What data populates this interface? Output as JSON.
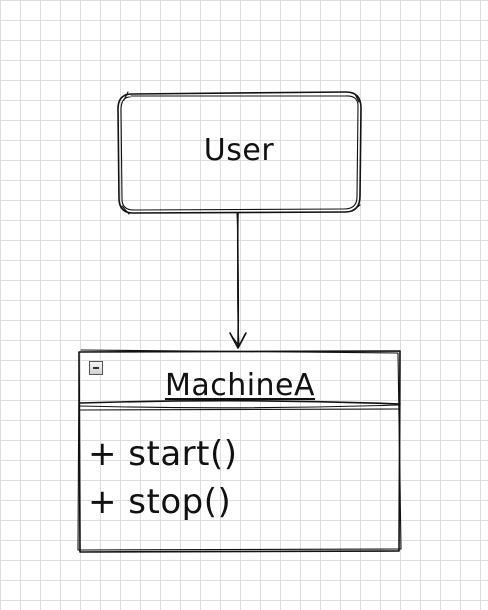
{
  "canvas": {
    "grid": true,
    "background_color": "#ffffff",
    "grid_color": "#dedede",
    "style": "sketch"
  },
  "nodes": {
    "user": {
      "label": "User",
      "shape": "rounded-rectangle"
    },
    "machine": {
      "title": "MachineA",
      "shape": "uml-class",
      "collapse_icon": "minus-box-icon",
      "members": [
        "+ start()",
        "+ stop()"
      ]
    }
  },
  "edges": [
    {
      "from": "User",
      "to": "MachineA",
      "arrow": "open-arrowhead"
    }
  ],
  "colors": {
    "stroke": "#111111"
  }
}
